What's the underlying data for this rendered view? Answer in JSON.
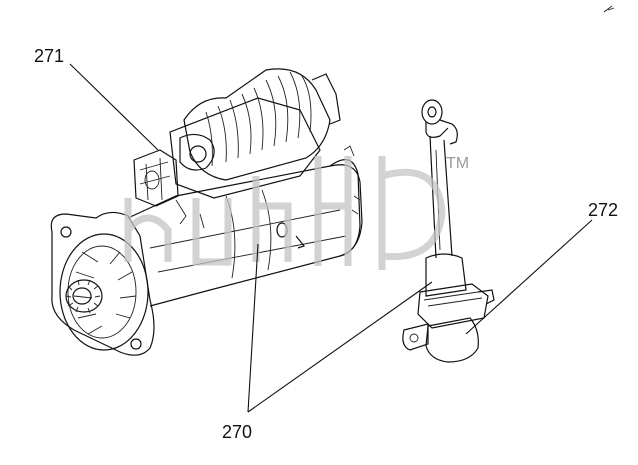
{
  "callouts": {
    "solenoid_relay": "271",
    "starter_motor": "270",
    "solenoid_switch": "272"
  },
  "watermark": {
    "mark": "TM"
  },
  "colors": {
    "line": "#111111",
    "watermark": "#c4c4c4",
    "background": "#ffffff"
  }
}
